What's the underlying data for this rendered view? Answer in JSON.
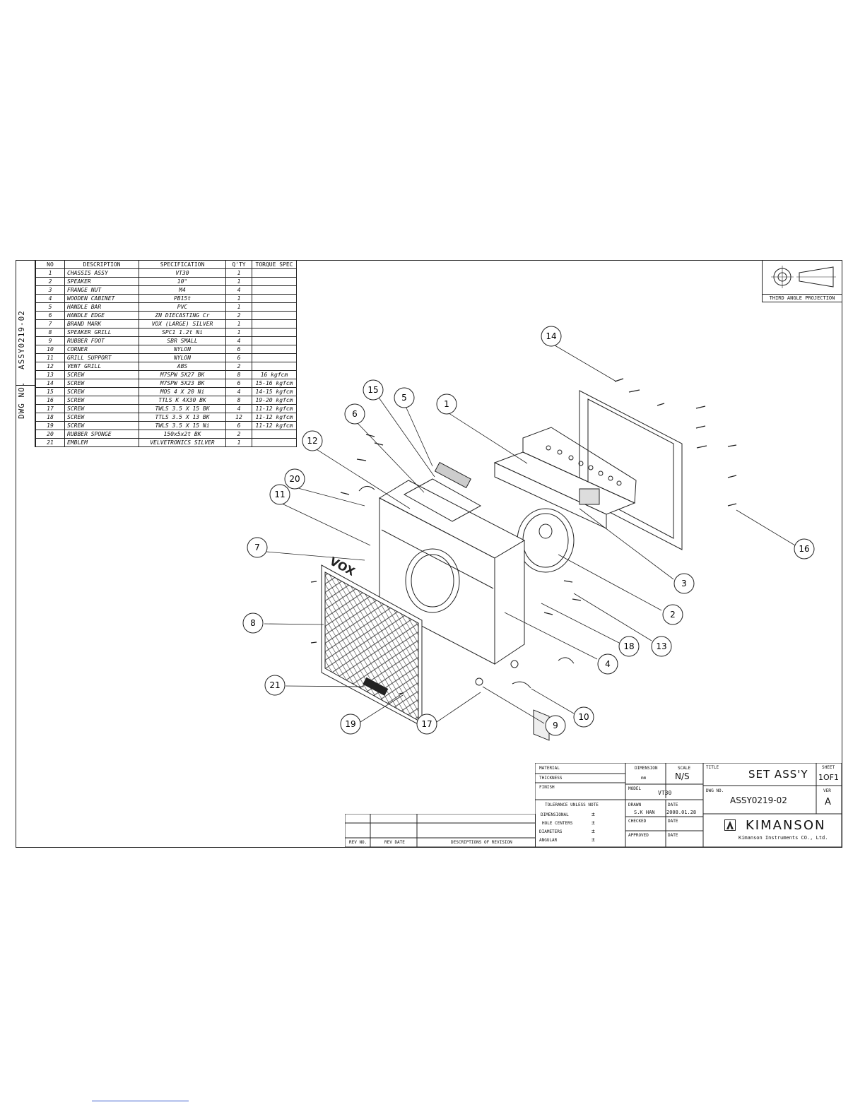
{
  "drawing": {
    "side_label": "DWG NO.",
    "side_number": "ASSY0219-02",
    "projection_label": "THIRD ANGLE PROJECTION"
  },
  "bom": {
    "headers": [
      "NO",
      "DESCRIPTION",
      "SPECIFICATION",
      "Q'TY",
      "TORQUE SPEC"
    ],
    "rows": [
      [
        "1",
        "CHASSIS ASSY",
        "VT30",
        "1",
        ""
      ],
      [
        "2",
        "SPEAKER",
        "10\"",
        "1",
        ""
      ],
      [
        "3",
        "FRANGE NUT",
        "M4",
        "4",
        ""
      ],
      [
        "4",
        "WOODEN CABINET",
        "PB15t",
        "1",
        ""
      ],
      [
        "5",
        "HANDLE BAR",
        "PVC",
        "1",
        ""
      ],
      [
        "6",
        "HANDLE EDGE",
        "ZN DIECASTING Cr",
        "2",
        ""
      ],
      [
        "7",
        "BRAND MARK",
        "VOX (LARGE) SILVER",
        "1",
        ""
      ],
      [
        "8",
        "SPEAKER GRILL",
        "SPC1 1.2t Ni",
        "1",
        ""
      ],
      [
        "9",
        "RUBBER FOOT",
        "SBR SMALL",
        "4",
        ""
      ],
      [
        "10",
        "CORNER",
        "NYLON",
        "6",
        ""
      ],
      [
        "11",
        "GRILL SUPPORT",
        "NYLON",
        "6",
        ""
      ],
      [
        "12",
        "VENT GRILL",
        "ABS",
        "2",
        ""
      ],
      [
        "13",
        "SCREW",
        "M7SPW 5X27 BK",
        "8",
        "16 kgfcm"
      ],
      [
        "14",
        "SCREW",
        "M7SPW 5X23 BK",
        "6",
        "15-16 kgfcm"
      ],
      [
        "15",
        "SCREW",
        "MOS 4 X 20 Ni",
        "4",
        "14-15 kgfcm"
      ],
      [
        "16",
        "SCREW",
        "TTLS K 4X30 BK",
        "8",
        "19-20 kgfcm"
      ],
      [
        "17",
        "SCREW",
        "TWLS 3.5 X 15 BK",
        "4",
        "11-12 kgfcm"
      ],
      [
        "18",
        "SCREW",
        "TTLS 3.5 X 13 BK",
        "12",
        "11-12 kgfcm"
      ],
      [
        "19",
        "SCREW",
        "TWLS 3.5 X 15 Ni",
        "6",
        "11-12 kgfcm"
      ],
      [
        "20",
        "RUBBER SPONGE",
        "150x5x2t BK",
        "2",
        ""
      ],
      [
        "21",
        "EMBLEM",
        "VELVETRONICS SILVER",
        "1",
        ""
      ]
    ]
  },
  "callouts": [
    "14",
    "15",
    "5",
    "1",
    "6",
    "12",
    "20",
    "11",
    "7",
    "8",
    "21",
    "19",
    "17",
    "9",
    "10",
    "16",
    "3",
    "2",
    "13",
    "18",
    "4"
  ],
  "brand_on_grill": "VOX",
  "title_block": {
    "material_label": "MATERIAL",
    "thickness_label": "THICKNESS",
    "finish_label": "FINISH",
    "tolerance_label": "TOLERANCE UNLESS NOTE",
    "dimensional_label": "DIMENSIONAL",
    "hole_centers_label": "HOLE CENTERS",
    "diameters_label": "DIAMETERS",
    "angular_label": "ANGULAR",
    "pm": "±",
    "dimension_label": "DIMENSION",
    "dimension_value": "mm",
    "scale_label": "SCALE",
    "scale_value": "N/S",
    "model_label": "MODEL",
    "model_value": "VT30",
    "drawn_label": "DRAWN",
    "drawn_value": "S.K HAN",
    "date_label": "DATE",
    "date_value": "2008.01.28",
    "checked_label": "CHECKED",
    "approved_label": "APPROVED",
    "title_label": "TITLE",
    "title_value": "SET ASS'Y",
    "sheet_label": "SHEET",
    "sheet_value": "1OF1",
    "dwg_no_label": "DWG NO.",
    "dwg_no_value": "ASSY0219-02",
    "ver_label": "VER",
    "ver_value": "A",
    "company": "KIMANSON",
    "company_full": "Kimanson Instruments CO., Ltd."
  },
  "revision_block": {
    "rev_no_label": "REV NO.",
    "rev_date_label": "REV DATE",
    "desc_label": "DESCRIPTIONS OF REVISION"
  }
}
